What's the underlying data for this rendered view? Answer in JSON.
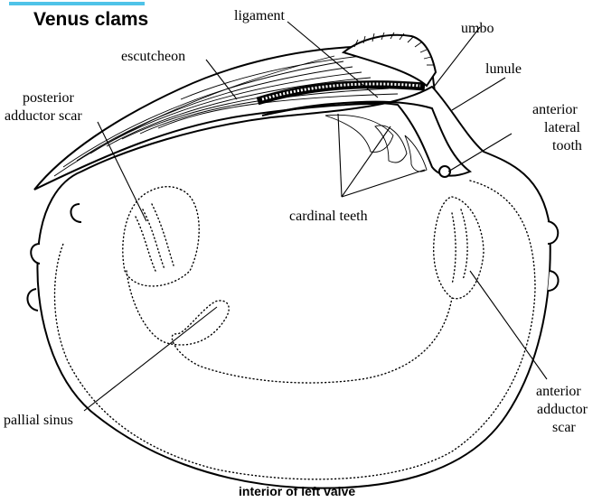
{
  "title": "Venus clams",
  "caption": "interior of left valve",
  "labels": {
    "ligament": "ligament",
    "umbo": "umbo",
    "escutcheon": "escutcheon",
    "lunule": "lunule",
    "posterior_adductor_scar": [
      "posterior",
      "adductor scar"
    ],
    "anterior_lateral_tooth": [
      "anterior",
      "lateral",
      "tooth"
    ],
    "cardinal_teeth": "cardinal teeth",
    "pallial_sinus": "pallial sinus",
    "anterior_adductor_scar": [
      "anterior",
      "adductor",
      "scar"
    ]
  },
  "colors": {
    "ink": "#000000",
    "title_bar": "#4fc3e8",
    "paper": "#ffffff"
  }
}
